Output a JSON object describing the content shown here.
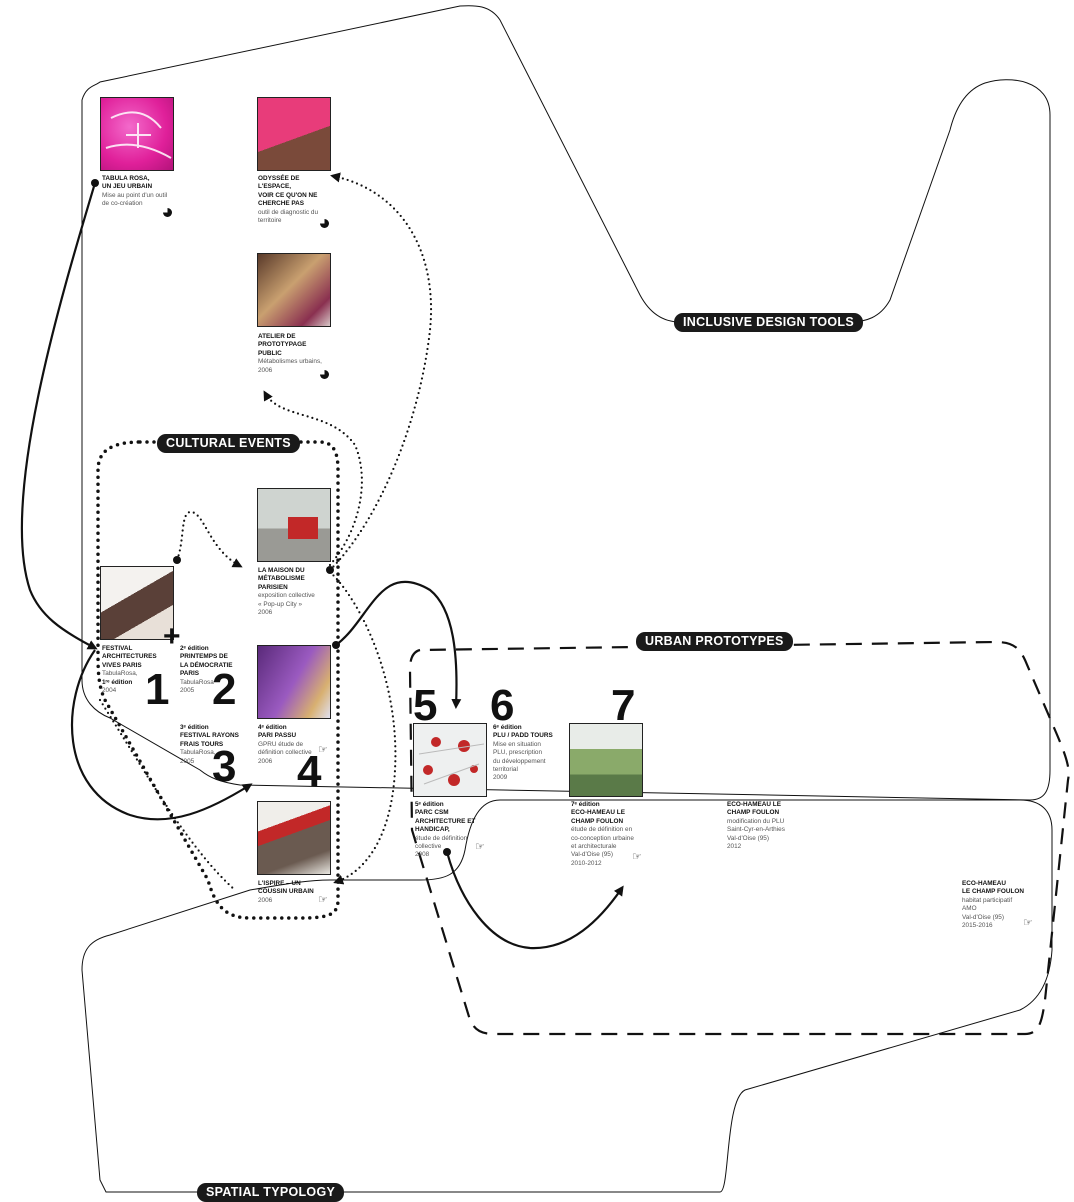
{
  "labels": {
    "inclusive": "INCLUSIVE DESIGN TOOLS",
    "cultural": "CULTURAL EVENTS",
    "urban": "URBAN PROTOTYPES",
    "spatial": "SPATIAL TYPOLOGY"
  },
  "projects": {
    "tabula": {
      "title": "TABULA ROSA,\nUN JEU URBAIN",
      "sub": "Mise au point d'un outil\nde co-création"
    },
    "odyssee": {
      "title": "ODYSSÉE DE\nL'ESPACE,\nVOIR CE QU'ON NE\nCHERCHE PAS",
      "sub": "outil de diagnostic du\nterritoire"
    },
    "atelier": {
      "title": "ATELIER DE\nPROTOTYPAGE\nPUBLIC",
      "sub": "Métabolismes urbains,\n2006"
    },
    "maison": {
      "title": "LA MAISON DU\nMÉTABOLISME\nPARISIEN",
      "sub": "exposition collective\n« Pop-up City »\n2006"
    },
    "festival": {
      "title": "FESTIVAL\nARCHITECTURES\nVIVES PARIS",
      "sub1": "TabulaRosa,",
      "edition": "1ʳᵉ édition",
      "sub2": "2004"
    },
    "printemps": {
      "edition": "2ᵉ édition",
      "title": "PRINTEMPS DE\nLA DÉMOCRATIE\nPARIS",
      "sub": "TabulaRosa\n2005"
    },
    "rayons": {
      "edition": "3ᵉ édition",
      "title": "FESTIVAL RAYONS\nFRAIS TOURS",
      "sub": "TabulaRosa,\n2005"
    },
    "paripassu": {
      "edition": "4ᵉ édition",
      "title": "PARI PASSU",
      "sub": "GPRU étude de\ndéfinition collective\n2006"
    },
    "lispire": {
      "title": "L'ISPIRE – UN\nCOUSSIN URBAIN",
      "sub": "2006"
    },
    "parccsm": {
      "edition": "5ᵉ édition",
      "title": "PARC CSM\nARCHITECTURE ET\nHANDICAP,",
      "sub": "étude de définition\ncollective\n2008"
    },
    "plu": {
      "edition": "6ᵉ édition",
      "title": "PLU / PADD TOURS",
      "sub": "Mise en situation\nPLU, prescription\ndu développement\nterritorial\n2009"
    },
    "ecohameau7": {
      "edition": "7ᵉ édition",
      "title": "ECO-HAMEAU LE\nCHAMP FOULON",
      "sub": "étude de définition en\nco-conception urbaine\net architecturale\nVal-d'Oise (95)\n2010-2012"
    },
    "ecohameau_plu": {
      "title": "ECO-HAMEAU LE\nCHAMP FOULON",
      "sub": "modification du PLU\nSaint-Cyr-en-Arthies\nVal-d'Oise (95)\n2012"
    },
    "ecohameau_amo": {
      "title": "ECO-HAMEAU\nLE CHAMP FOULON",
      "sub": "habitat participatif\nAMO\nVal-d'Oise (95)\n2015-2016"
    }
  },
  "numbers": [
    "1",
    "2",
    "3",
    "4",
    "5",
    "6",
    "7"
  ],
  "colors": {
    "ink": "#111111",
    "magenta": "#e0209a",
    "purple": "#7a3aa0",
    "red": "#c22828"
  }
}
